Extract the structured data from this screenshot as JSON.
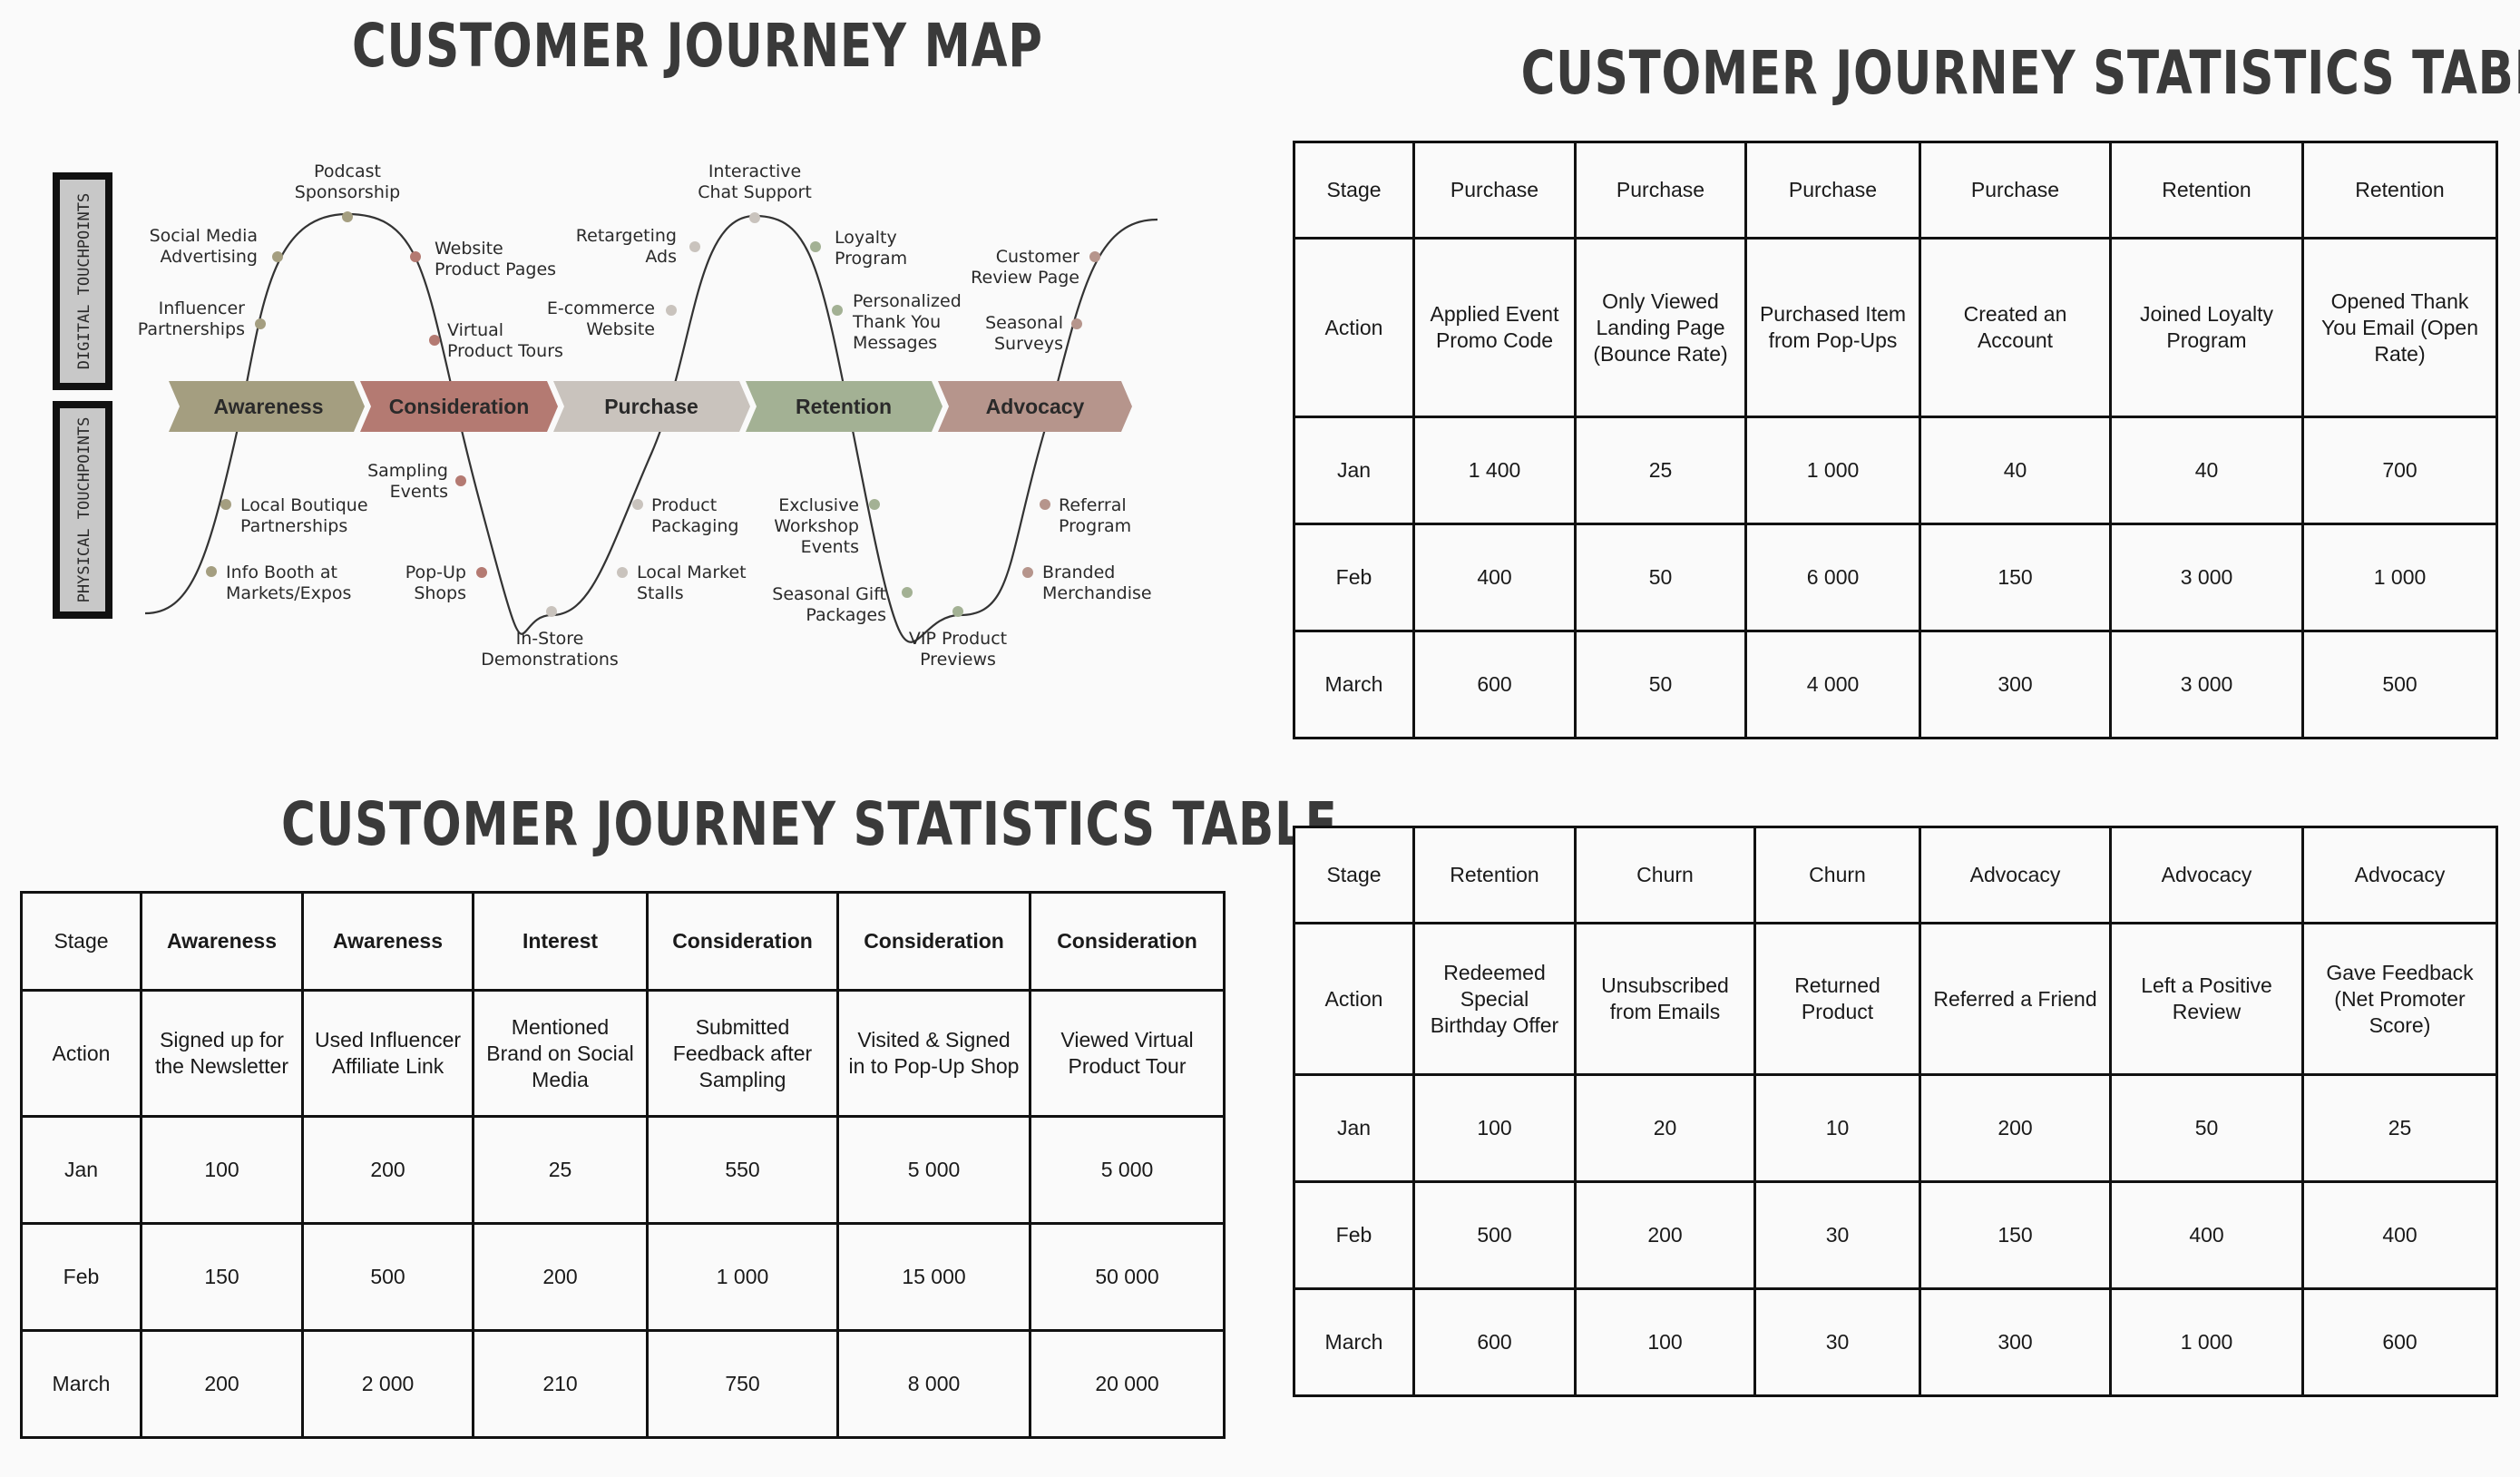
{
  "map": {
    "title": "Customer Journey Map",
    "side_labels": {
      "digital": "DIGITAL TOUCHPOINTS",
      "physical": "PHYSICAL TOUCHPOINTS"
    },
    "stages": [
      {
        "label": "Awareness",
        "color": "#a49e80"
      },
      {
        "label": "Consideration",
        "color": "#b47a72"
      },
      {
        "label": "Purchase",
        "color": "#c9c3bd"
      },
      {
        "label": "Retention",
        "color": "#a3b194"
      },
      {
        "label": "Advocacy",
        "color": "#b6958c"
      }
    ],
    "touchpoints": [
      {
        "lines": [
          "Podcast",
          "Sponsorship"
        ]
      },
      {
        "lines": [
          "Social Media",
          "Advertising"
        ]
      },
      {
        "lines": [
          "Influencer",
          "Partnerships"
        ]
      },
      {
        "lines": [
          "Website",
          "Product Pages"
        ]
      },
      {
        "lines": [
          "Virtual",
          "Product Tours"
        ]
      },
      {
        "lines": [
          "Interactive",
          "Chat Support"
        ]
      },
      {
        "lines": [
          "Retargeting",
          "Ads"
        ]
      },
      {
        "lines": [
          "E-commerce",
          "Website"
        ]
      },
      {
        "lines": [
          "Loyalty",
          "Program"
        ]
      },
      {
        "lines": [
          "Personalized",
          "Thank You",
          "Messages"
        ]
      },
      {
        "lines": [
          "Customer",
          "Review Page"
        ]
      },
      {
        "lines": [
          "Seasonal",
          "Surveys"
        ]
      },
      {
        "lines": [
          "Local Boutique",
          "Partnerships"
        ]
      },
      {
        "lines": [
          "Info Booth at",
          "Markets/Expos"
        ]
      },
      {
        "lines": [
          "Sampling",
          "Events"
        ]
      },
      {
        "lines": [
          "Pop-Up",
          "Shops"
        ]
      },
      {
        "lines": [
          "In-Store",
          "Demonstrations"
        ]
      },
      {
        "lines": [
          "Product",
          "Packaging"
        ]
      },
      {
        "lines": [
          "Local Market",
          "Stalls"
        ]
      },
      {
        "lines": [
          "Exclusive",
          "Workshop",
          "Events"
        ]
      },
      {
        "lines": [
          "Seasonal Gift",
          "Packages"
        ]
      },
      {
        "lines": [
          "VIP Product",
          "Previews"
        ]
      },
      {
        "lines": [
          "Referral",
          "Program"
        ]
      },
      {
        "lines": [
          "Branded",
          "Merchandise"
        ]
      }
    ]
  },
  "stats_top_right": {
    "title": "Customer Journey Statistics Table",
    "rows": [
      [
        "Stage",
        "Purchase",
        "Purchase",
        "Purchase",
        "Purchase",
        "Retention",
        "Retention"
      ],
      [
        "Action",
        "Applied Event Promo Code",
        "Only Viewed Landing Page (Bounce Rate)",
        "Purchased Item from Pop-Ups",
        "Created an Account",
        "Joined Loyalty Program",
        "Opened Thank You Email (Open Rate)"
      ],
      [
        "Jan",
        "1 400",
        "25",
        "1 000",
        "40",
        "40",
        "700"
      ],
      [
        "Feb",
        "400",
        "50",
        "6 000",
        "150",
        "3 000",
        "1 000"
      ],
      [
        "March",
        "600",
        "50",
        "4 000",
        "300",
        "3 000",
        "500"
      ]
    ]
  },
  "stats_bottom_right": {
    "rows": [
      [
        "Stage",
        "Retention",
        "Churn",
        "Churn",
        "Advocacy",
        "Advocacy",
        "Advocacy"
      ],
      [
        "Action",
        "Redeemed Special Birthday Offer",
        "Unsubscribed from Emails",
        "Returned Product",
        "Referred a Friend",
        "Left a Positive Review",
        "Gave Feedback (Net Promoter Score)"
      ],
      [
        "Jan",
        "100",
        "20",
        "10",
        "200",
        "50",
        "25"
      ],
      [
        "Feb",
        "500",
        "200",
        "30",
        "150",
        "400",
        "400"
      ],
      [
        "March",
        "600",
        "100",
        "30",
        "300",
        "1 000",
        "600"
      ]
    ]
  },
  "stats_bottom_left": {
    "title": "Customer Journey Statistics Table",
    "rows": [
      [
        "Stage",
        "Awareness",
        "Awareness",
        "Interest",
        "Consideration",
        "Consideration",
        "Consideration"
      ],
      [
        "Action",
        "Signed up for the Newsletter",
        "Used Influencer Affiliate Link",
        "Mentioned Brand on Social Media",
        "Submitted Feedback after Sampling",
        "Visited & Signed in to Pop-Up Shop",
        "Viewed Virtual Product Tour"
      ],
      [
        "Jan",
        "100",
        "200",
        "25",
        "550",
        "5 000",
        "5 000"
      ],
      [
        "Feb",
        "150",
        "500",
        "200",
        "1 000",
        "15 000",
        "50 000"
      ],
      [
        "March",
        "200",
        "2 000",
        "210",
        "750",
        "8 000",
        "20 000"
      ]
    ]
  }
}
